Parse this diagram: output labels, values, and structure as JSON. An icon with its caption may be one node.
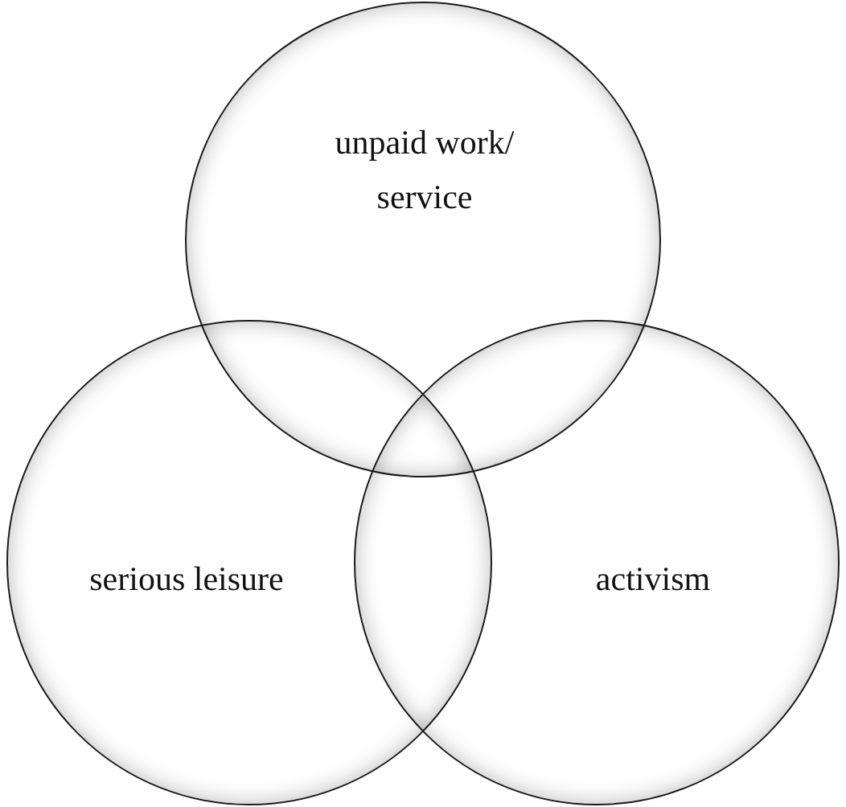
{
  "diagram": {
    "nodes": [
      {
        "text": [
          "unpaid work/ service"
        ]
      },
      {
        "text": [
          "serious leisure"
        ]
      },
      {
        "text": [
          "activism"
        ]
      }
    ]
  }
}
